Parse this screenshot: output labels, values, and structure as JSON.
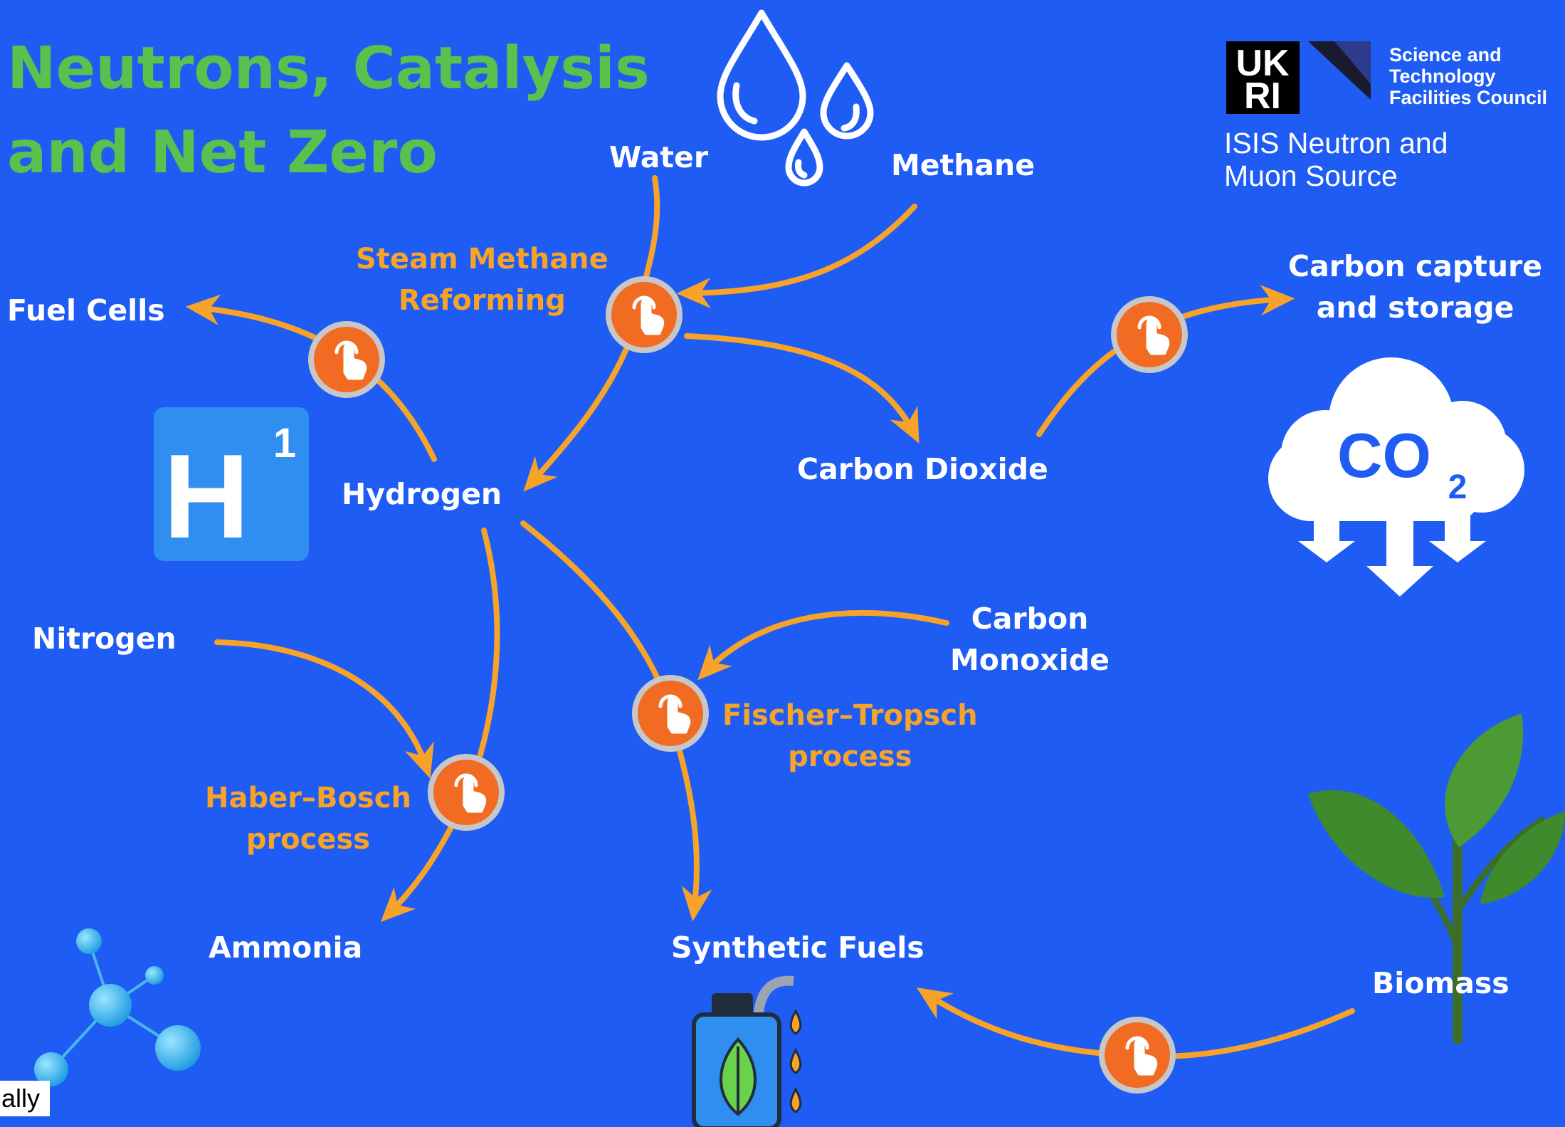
{
  "title": [
    "Neutrons, Catalysis",
    "and Net Zero"
  ],
  "org": {
    "ukri_logo": [
      "UK",
      "RI"
    ],
    "council": [
      "Science and",
      "Technology",
      "Facilities Council"
    ],
    "facility": [
      "ISIS Neutron and",
      "Muon Source"
    ]
  },
  "nodes": {
    "water": "Water",
    "methane": "Methane",
    "fuel_cells": "Fuel Cells",
    "hydrogen": "Hydrogen",
    "carbon_dioxide": "Carbon Dioxide",
    "carbon_capture": [
      "Carbon capture",
      "and storage"
    ],
    "nitrogen": "Nitrogen",
    "carbon_monoxide": [
      "Carbon",
      "Monoxide"
    ],
    "ammonia": "Ammonia",
    "synthetic_fuels": "Synthetic Fuels",
    "biomass": "Biomass"
  },
  "processes": {
    "steam_methane": [
      "Steam Methane",
      "Reforming"
    ],
    "fischer_tropsch": [
      "Fischer–Tropsch",
      "process"
    ],
    "haber_bosch": [
      "Haber–Bosch",
      "process"
    ]
  },
  "element_tile": {
    "symbol": "H",
    "number": "1"
  },
  "co2_icon": {
    "main": "CO",
    "sub": "2"
  },
  "corner_text": "ally",
  "colors": {
    "background": "#1e5cf4",
    "arrow": "#f7a329",
    "title": "#5cc04d",
    "button": "#f26b22",
    "tile": "#2f8ef0",
    "leaf": "#3e8a2c"
  }
}
